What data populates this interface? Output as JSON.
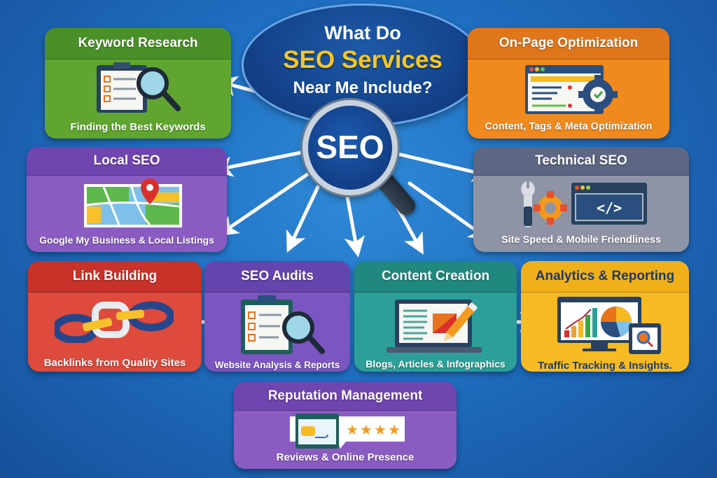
{
  "title": {
    "line1": "What Do",
    "line2": "SEO Services",
    "line3": "Near Me Include?"
  },
  "center": {
    "label": "SEO",
    "icon": "magnifying-glass-icon"
  },
  "colors": {
    "background": "#1f6fc2",
    "title_bubble": "#123f86",
    "title_highlight": "#f7c623"
  },
  "cards": [
    {
      "id": "keyword-research",
      "title": "Keyword Research",
      "subtitle": "Finding the Best Keywords",
      "icon": "clipboard-magnifier-icon",
      "color": "#5fa52f",
      "header_color": "#4a9028"
    },
    {
      "id": "on-page-optimization",
      "title": "On-Page Optimization",
      "subtitle": "Content, Tags & Meta Optimization",
      "icon": "webpage-gear-icon",
      "color": "#f08a1f",
      "header_color": "#e0761a"
    },
    {
      "id": "local-seo",
      "title": "Local SEO",
      "subtitle": "Google My Business & Local Listings",
      "icon": "map-pin-icon",
      "color": "#8a5cc2",
      "header_color": "#6f45b0"
    },
    {
      "id": "technical-seo",
      "title": "Technical SEO",
      "subtitle": "Site Speed & Mobile Friendliness",
      "icon": "wrench-gear-code-icon",
      "color": "#8e93a6",
      "header_color": "#5d6682"
    },
    {
      "id": "link-building",
      "title": "Link Building",
      "subtitle": "Backlinks from Quality Sites",
      "icon": "chain-link-icon",
      "color": "#de4a3c",
      "header_color": "#c73229"
    },
    {
      "id": "seo-audits",
      "title": "SEO Audits",
      "subtitle": "Website Analysis & Reports",
      "icon": "clipboard-magnifier-icon",
      "color": "#7b55c0",
      "header_color": "#6444ad"
    },
    {
      "id": "content-creation",
      "title": "Content Creation",
      "subtitle": "Blogs, Articles & Infographics",
      "icon": "laptop-pencil-icon",
      "color": "#2c9f98",
      "header_color": "#21887f"
    },
    {
      "id": "analytics-reporting",
      "title": "Analytics & Reporting",
      "subtitle": "Traffic Tracking & Insights.",
      "icon": "monitor-charts-icon",
      "color": "#f6bb22",
      "header_color": "#efb01a",
      "text_color": "#1d3a6a"
    },
    {
      "id": "reputation-management",
      "title": "Reputation Management",
      "subtitle": "Reviews & Online Presence",
      "icon": "review-stars-icon",
      "color": "#8a5cc2",
      "header_color": "#6f45b0",
      "stars": 4
    }
  ]
}
